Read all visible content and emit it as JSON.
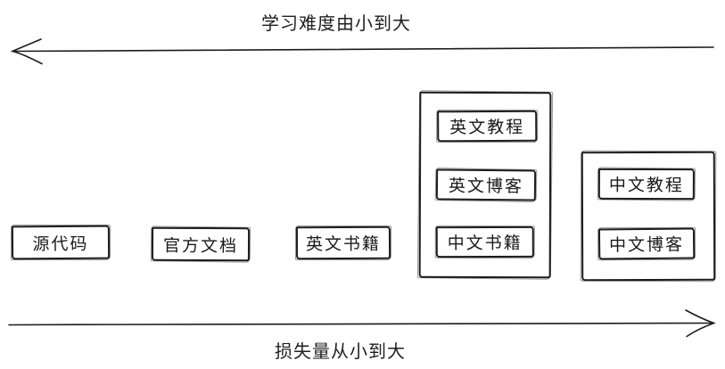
{
  "top_axis": {
    "label": "学习难度由小到大",
    "direction": "left"
  },
  "bottom_axis": {
    "label": "损失量从小到大",
    "direction": "right"
  },
  "standalone_boxes": [
    {
      "label": "源代码"
    },
    {
      "label": "官方文档"
    },
    {
      "label": "英文书籍"
    }
  ],
  "groups": [
    {
      "name": "group-english-advanced",
      "items": [
        {
          "label": "英文教程"
        },
        {
          "label": "英文博客"
        },
        {
          "label": "中文书籍"
        }
      ]
    },
    {
      "name": "group-chinese",
      "items": [
        {
          "label": "中文教程"
        },
        {
          "label": "中文博客"
        }
      ]
    }
  ],
  "colors": {
    "stroke": "#1c1c1c",
    "background": "#ffffff"
  }
}
